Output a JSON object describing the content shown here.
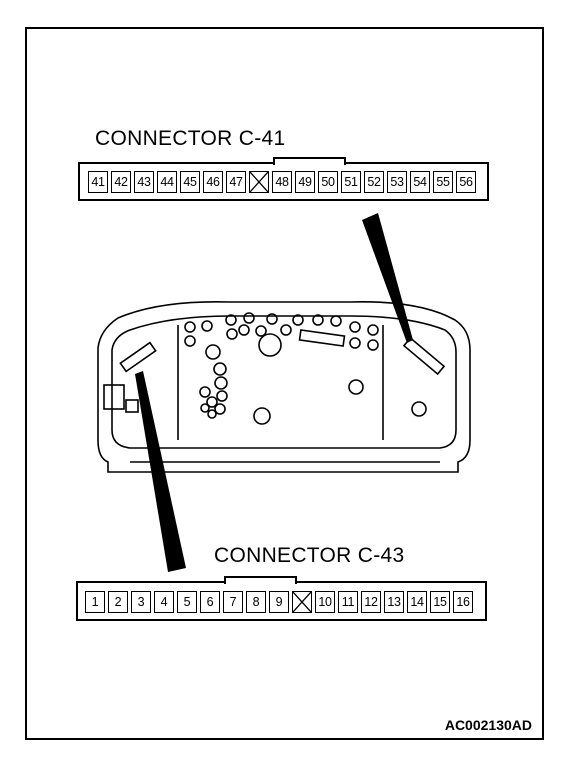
{
  "connector_top": {
    "title": "CONNECTOR C-41",
    "pins": [
      "41",
      "42",
      "43",
      "44",
      "45",
      "46",
      "47",
      "",
      "48",
      "49",
      "50",
      "51",
      "52",
      "53",
      "54",
      "55",
      "56"
    ]
  },
  "connector_bottom": {
    "title": "CONNECTOR C-43",
    "pins": [
      "1",
      "2",
      "3",
      "4",
      "5",
      "6",
      "7",
      "8",
      "9",
      "",
      "10",
      "11",
      "12",
      "13",
      "14",
      "15",
      "16"
    ]
  },
  "figure_code": "AC002130AD"
}
